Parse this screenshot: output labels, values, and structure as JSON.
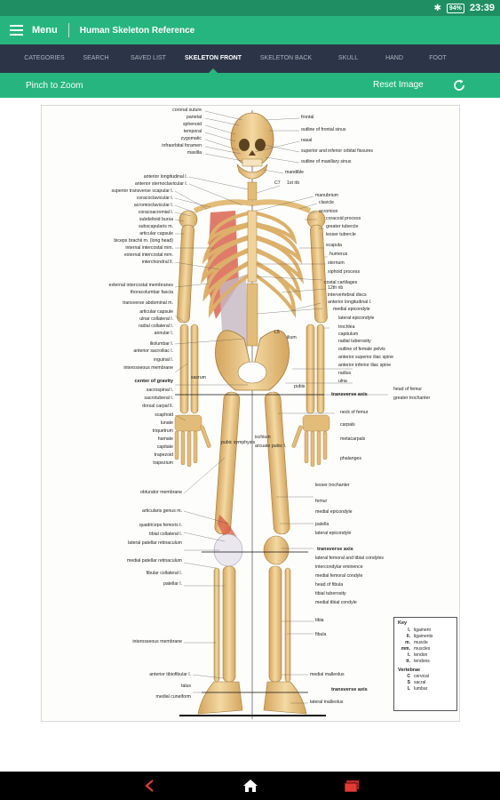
{
  "status": {
    "battery": "94%",
    "time": "23:39"
  },
  "appbar": {
    "menu_label": "Menu",
    "title": "Human Skeleton Reference"
  },
  "tabs": [
    {
      "label": "CATEGORIES",
      "active": false
    },
    {
      "label": "SEARCH",
      "active": false
    },
    {
      "label": "SAVED LIST",
      "active": false
    },
    {
      "label": "SKELETON FRONT",
      "active": true
    },
    {
      "label": "SKELETON BACK",
      "active": false
    },
    {
      "label": "SKULL",
      "active": false
    },
    {
      "label": "HAND",
      "active": false
    },
    {
      "label": "FOOT",
      "active": false
    }
  ],
  "toolbar": {
    "pinch_label": "Pinch to Zoom",
    "reset_label": "Reset Image"
  },
  "plate": {
    "left_labels": [
      "coronal suture",
      "parietal",
      "sphenoid",
      "temporal",
      "zygomatic",
      "infraorbital foramen",
      "maxilla",
      "anterior longitudinal l.",
      "anterior sternoclavicular l.",
      "superior transverse scapular l.",
      "coracoclavicular l.",
      "acromioclavicular l.",
      "coracoacromial l.",
      "subdeltoid bursa",
      "subscapularis m.",
      "articular capsule",
      "biceps brachii m. (long head)",
      "internal intercostal mm.",
      "external intercostal mm.",
      "interchondral ll.",
      "external intercostal membranes",
      "thoracolumbar fascia",
      "transverse abdominal m.",
      "articular capsule",
      "ulnar collateral l.",
      "radial collateral l.",
      "annular l.",
      "iliolumbar l.",
      "anterior sacroiliac l.",
      "inguinal l.",
      "interosseous membrane",
      "center of gravity",
      "sacrospinal l.",
      "sacrotuberal l.",
      "dorsal carpal ll.",
      "scaphoid",
      "lunate",
      "triquetrum",
      "hamate",
      "capitate",
      "trapezoid",
      "trapezium",
      "obturator membrane",
      "articularis genus m.",
      "quadriceps femoris t.",
      "tibial collateral l.",
      "lateral patellar retinaculum",
      "medial patellar retinaculum",
      "fibular collateral l.",
      "patellar l.",
      "interosseous membrane",
      "anterior tibiofibular l.",
      "talus",
      "medial cuneiform"
    ],
    "right_labels": [
      "frontal",
      "outline of frontal sinus",
      "nasal",
      "superior and inferior orbital fissures",
      "outline of maxillary sinus",
      "mandible",
      "C7",
      "1st rib",
      "manubrium",
      "clavicle",
      "acromion",
      "coracoid process",
      "greater tubercle",
      "lesser tubercle",
      "scapula",
      "humerus",
      "sternum",
      "xiphoid process",
      "costal cartilages",
      "12th rib",
      "intervertebral discs",
      "anterior longitudinal l.",
      "medial epicondyle",
      "lateral epicondyle",
      "trochlea",
      "capitulum",
      "radial tuberosity",
      "outline of female pelvis",
      "anterior superior iliac spine",
      "anterior inferior iliac spine",
      "radius",
      "ulna",
      "head of femur",
      "greater trochanter",
      "neck of femur",
      "carpals",
      "metacarpals",
      "phalanges",
      "lesser trochanter",
      "femur",
      "medial epicondyle",
      "patella",
      "lateral epicondyle",
      "lateral femoral and tibial condyles",
      "intercondylar eminence",
      "medial femoral condyle",
      "head of fibula",
      "tibial tuberosity",
      "medial tibial condyle",
      "tibia",
      "fibula",
      "medial malleolus",
      "lateral malleolus"
    ],
    "center_labels": {
      "ilium": "ilium",
      "sacrum": "sacrum",
      "pubis": "pubis",
      "pubic_symphysis": "pubic symphysis",
      "ischium": "ischium",
      "arcuate_pubic": "arcuate pubic l.",
      "l5": "L5"
    },
    "axis_labels": [
      "transverse axis",
      "transverse axis",
      "transverse axis"
    ],
    "key": {
      "title": "Key",
      "rows": [
        {
          "abbr": "l.",
          "text": "ligament"
        },
        {
          "abbr": "ll.",
          "text": "ligaments"
        },
        {
          "abbr": "m.",
          "text": "muscle"
        },
        {
          "abbr": "mm.",
          "text": "muscles"
        },
        {
          "abbr": "t.",
          "text": "tendon"
        },
        {
          "abbr": "tt.",
          "text": "tendons"
        }
      ],
      "vert_title": "Vertebrae",
      "vert_rows": [
        {
          "abbr": "C",
          "text": "cervical"
        },
        {
          "abbr": "S",
          "text": "sacral"
        },
        {
          "abbr": "L",
          "text": "lumbar"
        }
      ]
    }
  },
  "colors": {
    "status": "#1f8f63",
    "accent": "#27b57f",
    "tabs_bg": "#2c3547",
    "bone": "#e9c989",
    "back_red": "#d64f3a"
  }
}
